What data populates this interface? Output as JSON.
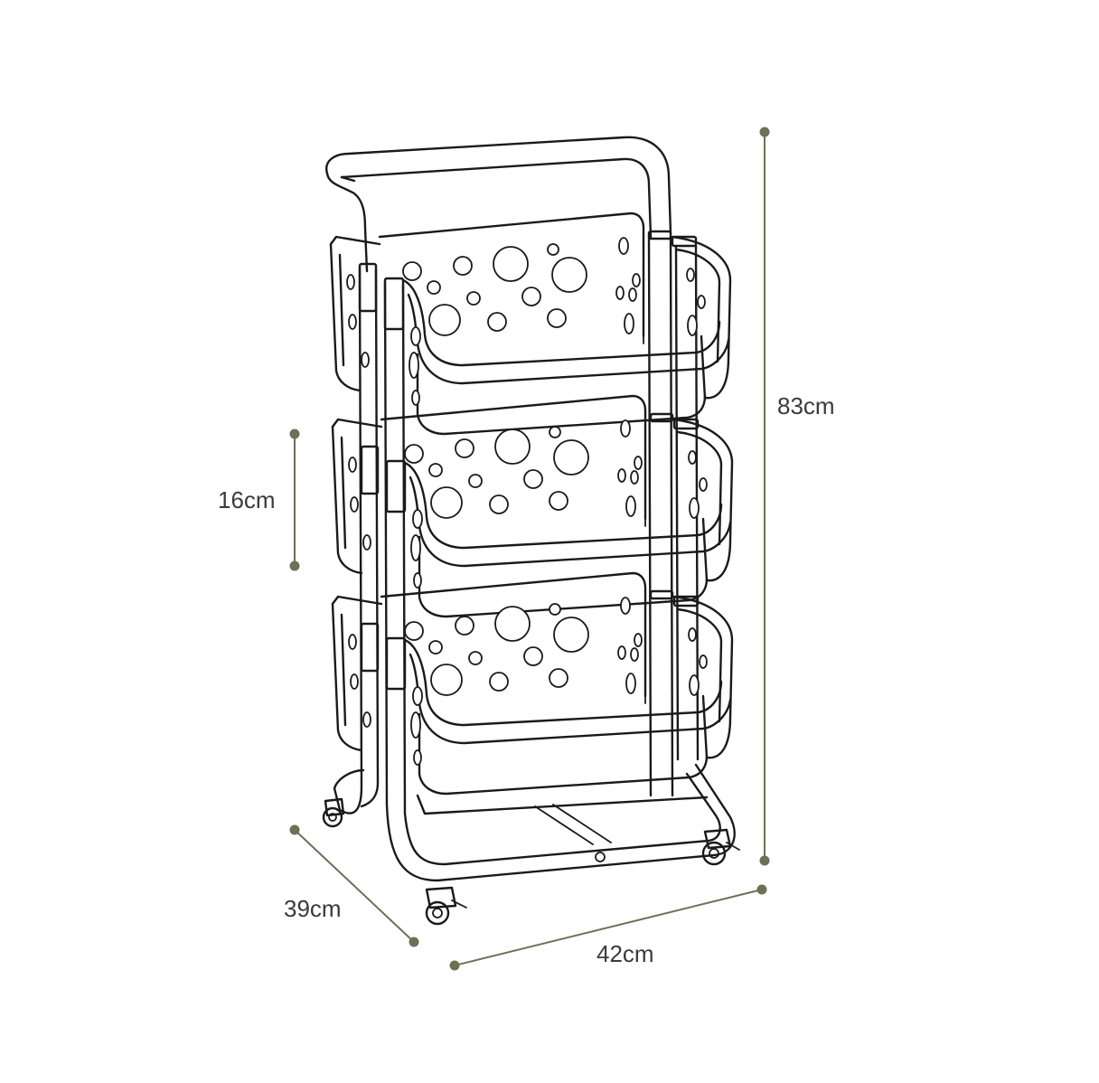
{
  "diagram": {
    "subject": "3-tier rolling storage cart with perforated baskets",
    "accent_color": "#6d7055",
    "line_color": "#1a1a1a",
    "dimensions": {
      "height": "83cm",
      "tier_spacing": "16cm",
      "depth": "39cm",
      "width": "42cm"
    }
  }
}
